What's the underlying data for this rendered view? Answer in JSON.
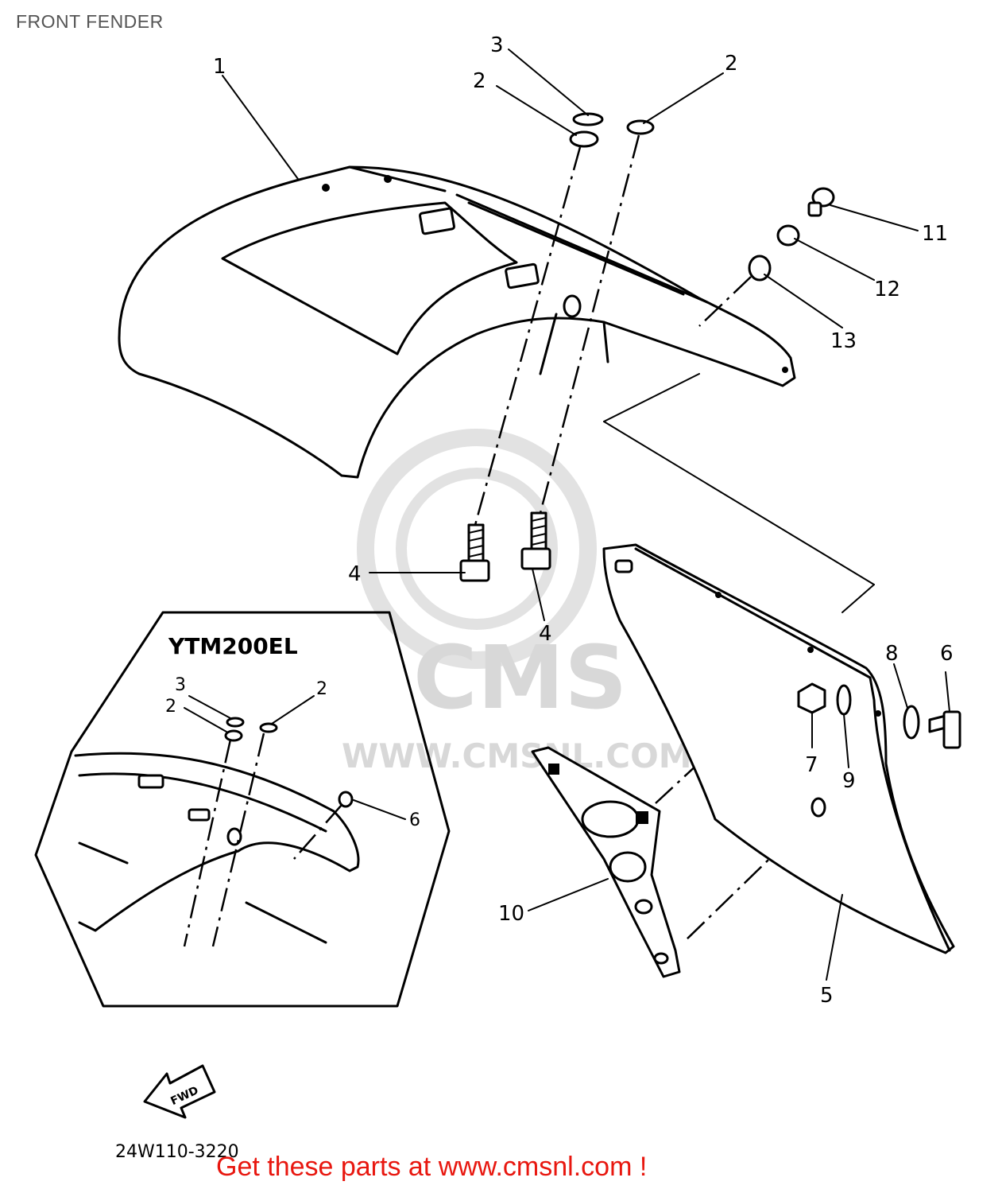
{
  "header": {
    "title": "FRONT FENDER"
  },
  "watermark": {
    "brand": "CMS",
    "url": "WWW.CMSNL.COM"
  },
  "inset": {
    "title": "YTM200EL"
  },
  "callouts": {
    "c1": "1",
    "c2a": "2",
    "c2b": "2",
    "c3": "3",
    "c4a": "4",
    "c4b": "4",
    "c5": "5",
    "c6": "6",
    "c7": "7",
    "c8": "8",
    "c9": "9",
    "c10": "10",
    "c11": "11",
    "c12": "12",
    "c13": "13"
  },
  "inset_callouts": {
    "i2a": "2",
    "i2b": "2",
    "i3": "3",
    "i6": "6"
  },
  "arrow_label": "FWD",
  "diagram_code": "24W110-3220",
  "footer": {
    "link_text": "Get these parts at www.cmsnl.com !"
  },
  "colors": {
    "footer_link": "#e8170f",
    "watermark": "#d8d8d8"
  }
}
